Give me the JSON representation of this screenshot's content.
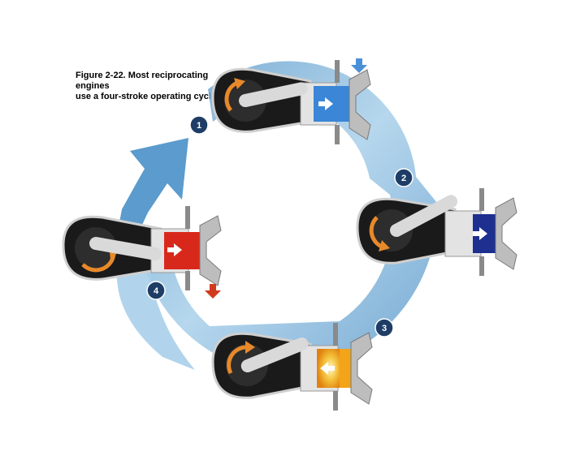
{
  "caption": {
    "line1": "Figure 2-22. Most reciprocating engines",
    "line2": "use a four-stroke operating cycle."
  },
  "strokes": [
    {
      "number": "1",
      "mixture_color": "#3b86d6"
    },
    {
      "number": "2",
      "mixture_color": "#1d2f8f"
    },
    {
      "number": "3",
      "mixture_color": "#f3a418"
    },
    {
      "number": "4",
      "mixture_color": "#d8281c"
    }
  ],
  "colors": {
    "cycle_arrow": "#9fc9e6",
    "cycle_arrow_dark": "#4f8fbf",
    "badge": "#1e3d66",
    "engine_body": "#1a1a1a",
    "engine_casing": "#e3e3e3",
    "crank_arrow": "#e8892a",
    "intake_arrow": "#4a90d8",
    "exhaust_arrow": "#d23a1e"
  }
}
